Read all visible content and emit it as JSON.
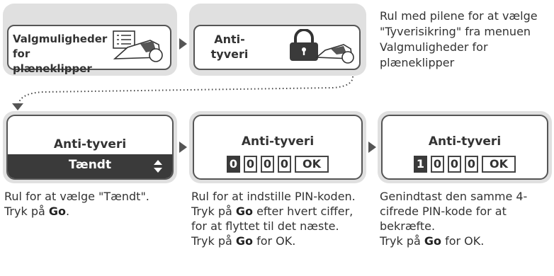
{
  "step1": {
    "label": "Valgmuligheder for plæneklipper",
    "icon": "mower-menu-icon"
  },
  "step2": {
    "label": "Anti-tyveri",
    "icon": "mower-lock-icon"
  },
  "intro_text": "Rul med pilene for at vælge \"Tyverisikring\" fra menuen Valgmuligheder for plæneklipper",
  "step3": {
    "title": "Anti-tyveri",
    "value": "Tændt",
    "caption": [
      "Rul for at vælge \"Tændt\".",
      "Tryk på ",
      "Go",
      "."
    ]
  },
  "step4": {
    "title": "Anti-tyveri",
    "digits": [
      "0",
      "0",
      "0",
      "0"
    ],
    "ok": "OK",
    "active_index": 0,
    "caption": [
      "Rul for at indstille PIN-koden. Tryk på ",
      "Go",
      " efter hvert ciffer, for at flyttet til det næste.",
      "Tryk på ",
      "Go",
      " for OK."
    ]
  },
  "step5": {
    "title": "Anti-tyveri",
    "digits": [
      "1",
      "0",
      "0",
      "0"
    ],
    "ok": "OK",
    "active_index": 0,
    "caption": [
      "Genindtast den samme 4-cifrede PIN-kode for at bekræfte.",
      "Tryk på ",
      "Go",
      " for OK."
    ]
  },
  "colors": {
    "panel_bg": "#e0e0e0",
    "dark": "#3a3a3a",
    "border": "#555555"
  }
}
